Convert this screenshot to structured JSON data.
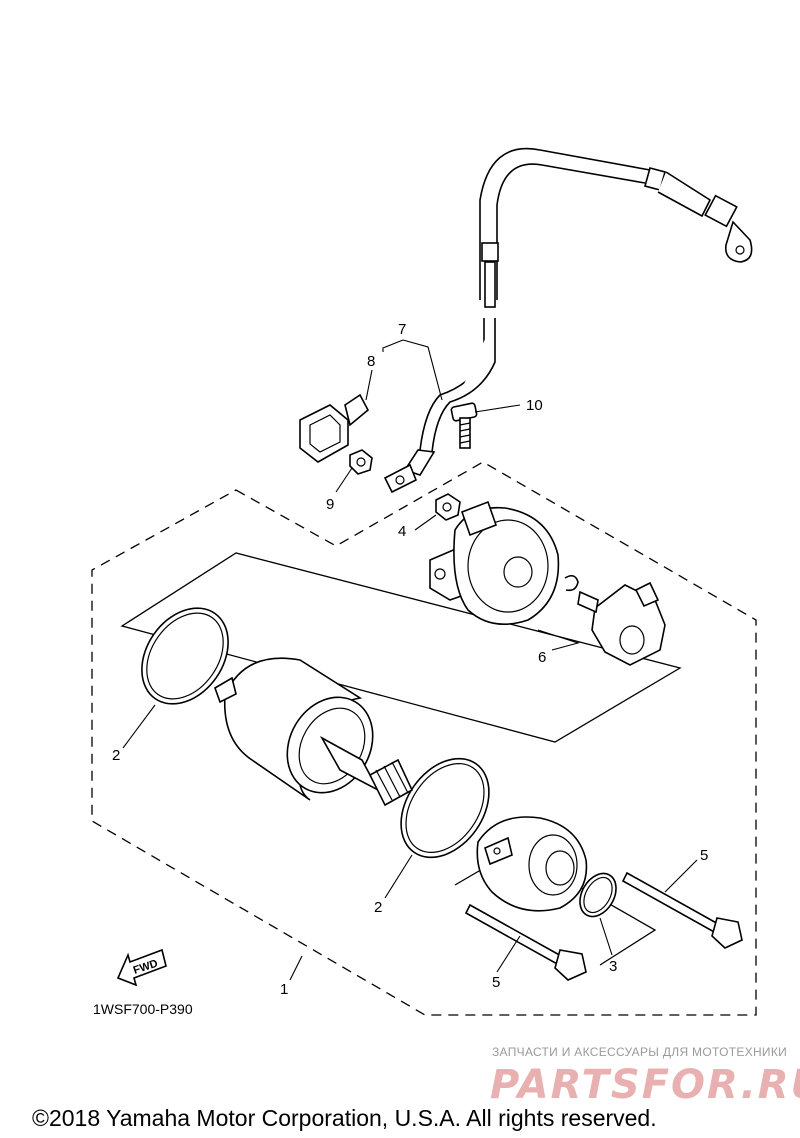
{
  "callouts": {
    "c1": "1",
    "c2a": "2",
    "c2b": "2",
    "c3": "3",
    "c4": "4",
    "c5a": "5",
    "c5b": "5",
    "c6": "6",
    "c7": "7",
    "c8": "8",
    "c9": "9",
    "c10": "10"
  },
  "diagram_code": "1WSF700-P390",
  "fwd_label": "FWD",
  "watermark": {
    "tagline": "ЗАПЧАСТИ И АКСЕССУАРЫ ДЛЯ МОТОТЕХНИКИ",
    "logo": "PARTSFOR.RU"
  },
  "copyright": "©2018 Yamaha Motor Corporation, U.S.A. All rights reserved."
}
